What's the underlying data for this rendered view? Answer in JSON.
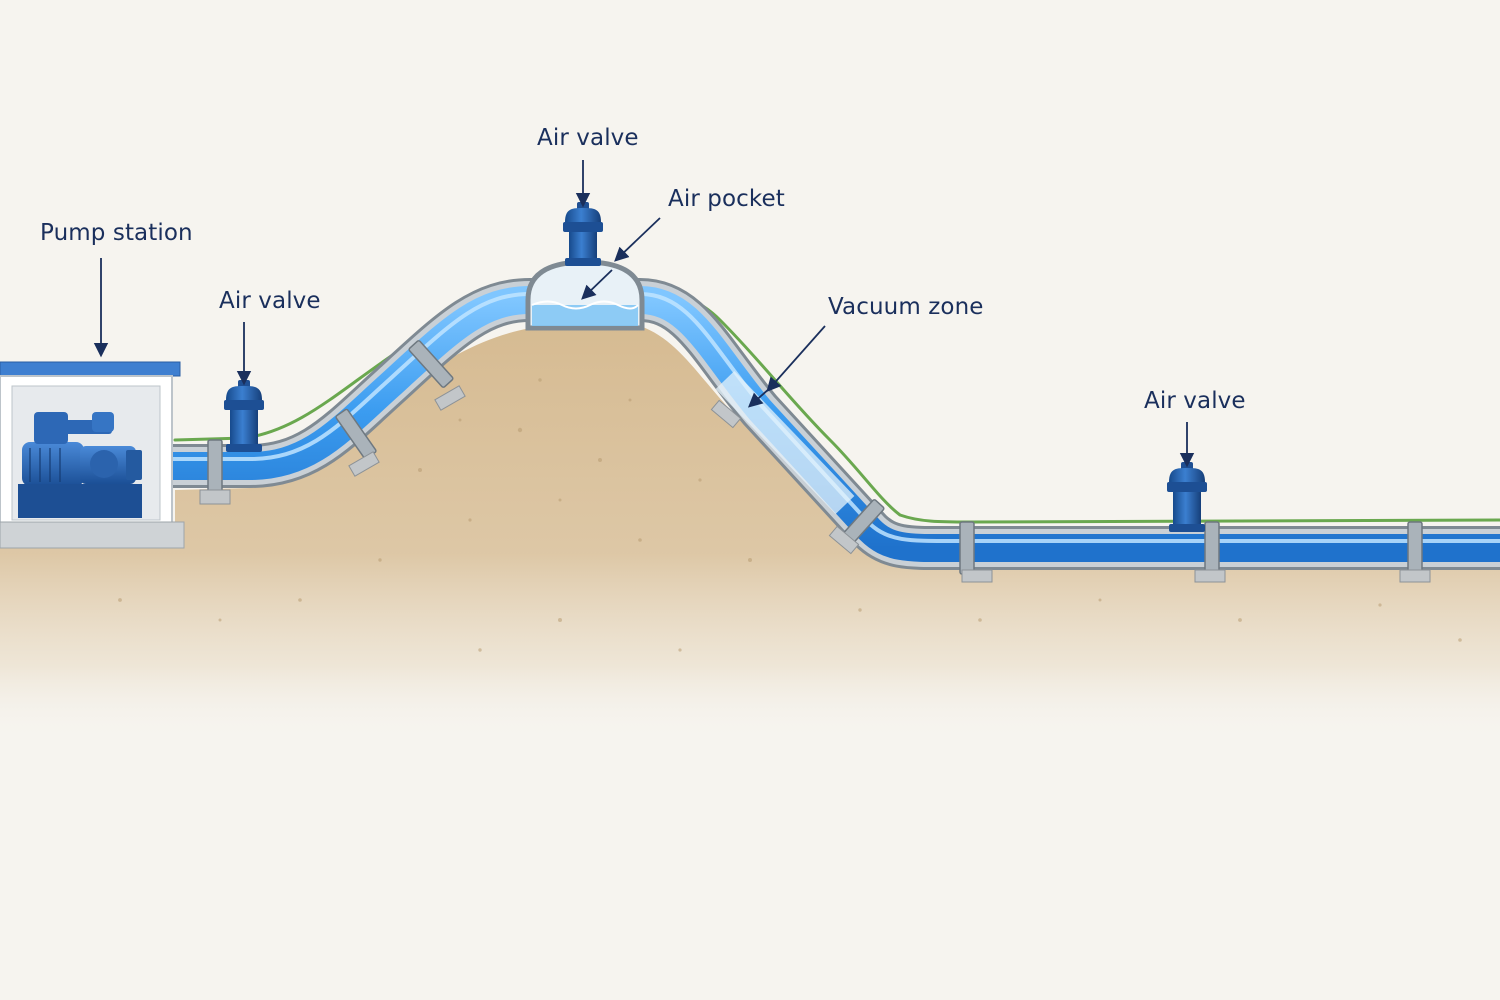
{
  "labels": {
    "pump_station": "Pump station",
    "air_valve_left": "Air valve",
    "air_valve_top": "Air valve",
    "air_pocket": "Air pocket",
    "vacuum_zone": "Vacuum zone",
    "air_valve_right": "Air valve"
  },
  "colors": {
    "background": "#f6f4ef",
    "soil": "#d9c09a",
    "water": "#3e9ee8",
    "pipe_wall": "#8f9aa3",
    "valve": "#1f5fae",
    "grass": "#6aa84f",
    "label_text": "#1a2f5c"
  },
  "icons": {
    "pump": "pump-icon",
    "valve": "air-valve-icon",
    "arrow": "arrow-icon"
  }
}
